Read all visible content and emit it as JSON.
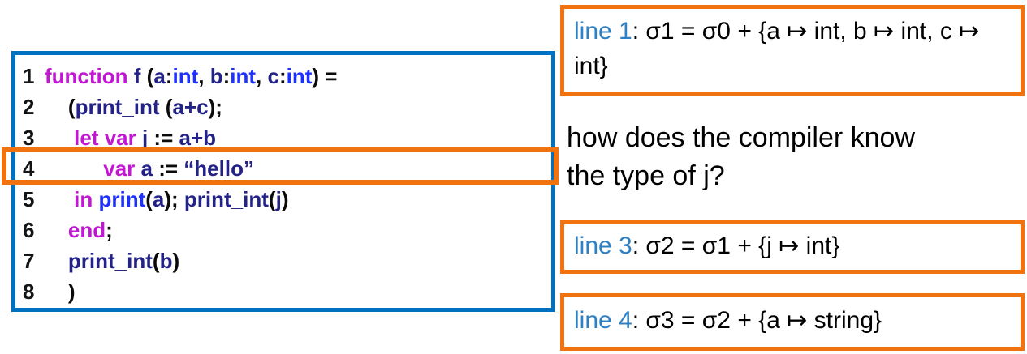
{
  "palette": {
    "code_box_border": "#0070C0",
    "highlight_border": "#F0730F",
    "keyword": "#C117D2",
    "type": "#1F31FF",
    "identifier": "#232387",
    "string": "#232387",
    "punctuation": "#0A0A0A",
    "line_number": "#141414",
    "line_label": "#2E80C4",
    "text": "#000000"
  },
  "code_panel": {
    "highlighted_line": "4",
    "lines": [
      {
        "number": "1",
        "segments": [
          {
            "kind": "kw",
            "text": "function "
          },
          {
            "kind": "id",
            "text": "f "
          },
          {
            "kind": "pu",
            "text": "("
          },
          {
            "kind": "id",
            "text": "a"
          },
          {
            "kind": "pu",
            "text": ":"
          },
          {
            "kind": "ty",
            "text": "int"
          },
          {
            "kind": "pu",
            "text": ", "
          },
          {
            "kind": "id",
            "text": "b"
          },
          {
            "kind": "pu",
            "text": ":"
          },
          {
            "kind": "ty",
            "text": "int"
          },
          {
            "kind": "pu",
            "text": ", "
          },
          {
            "kind": "id",
            "text": "c"
          },
          {
            "kind": "pu",
            "text": ":"
          },
          {
            "kind": "ty",
            "text": "int"
          },
          {
            "kind": "pu",
            "text": ") ="
          }
        ]
      },
      {
        "number": "2",
        "segments": [
          {
            "kind": "pu",
            "text": "    ("
          },
          {
            "kind": "id",
            "text": "print_int "
          },
          {
            "kind": "pu",
            "text": "("
          },
          {
            "kind": "id",
            "text": "a+c"
          },
          {
            "kind": "pu",
            "text": ");"
          }
        ]
      },
      {
        "number": "3",
        "segments": [
          {
            "kind": "pu",
            "text": "     "
          },
          {
            "kind": "kw",
            "text": "let var "
          },
          {
            "kind": "id",
            "text": "j "
          },
          {
            "kind": "pu",
            "text": ":= "
          },
          {
            "kind": "id",
            "text": "a+b"
          }
        ]
      },
      {
        "number": "4",
        "segments": [
          {
            "kind": "pu",
            "text": "          "
          },
          {
            "kind": "kw",
            "text": "var "
          },
          {
            "kind": "id",
            "text": "a "
          },
          {
            "kind": "pu",
            "text": ":= "
          },
          {
            "kind": "st",
            "text": "“hello”"
          }
        ]
      },
      {
        "number": "5",
        "segments": [
          {
            "kind": "pu",
            "text": "     "
          },
          {
            "kind": "kw",
            "text": "in "
          },
          {
            "kind": "ty",
            "text": "print"
          },
          {
            "kind": "pu",
            "text": "("
          },
          {
            "kind": "id",
            "text": "a"
          },
          {
            "kind": "pu",
            "text": "); "
          },
          {
            "kind": "id",
            "text": "print_int"
          },
          {
            "kind": "pu",
            "text": "("
          },
          {
            "kind": "id",
            "text": "j"
          },
          {
            "kind": "pu",
            "text": ")"
          }
        ]
      },
      {
        "number": "6",
        "segments": [
          {
            "kind": "pu",
            "text": "    "
          },
          {
            "kind": "kw",
            "text": "end"
          },
          {
            "kind": "pu",
            "text": ";"
          }
        ]
      },
      {
        "number": "7",
        "segments": [
          {
            "kind": "pu",
            "text": "    "
          },
          {
            "kind": "id",
            "text": "print_int"
          },
          {
            "kind": "pu",
            "text": "("
          },
          {
            "kind": "id",
            "text": "b"
          },
          {
            "kind": "pu",
            "text": ")"
          }
        ]
      },
      {
        "number": "8",
        "segments": [
          {
            "kind": "pu",
            "text": "    )"
          }
        ]
      }
    ]
  },
  "annotations": {
    "box_line1": {
      "label": "line 1",
      "formula": ": σ1 = σ0 + {a ↦ int, b ↦ int, c ↦ int}"
    },
    "question": "how does the compiler know the type of j?",
    "box_line3": {
      "label": "line 3",
      "formula": ": σ2 = σ1 + {j ↦ int}"
    },
    "box_line4": {
      "label": "line 4",
      "formula": ": σ3 = σ2 + {a ↦ string}"
    }
  }
}
